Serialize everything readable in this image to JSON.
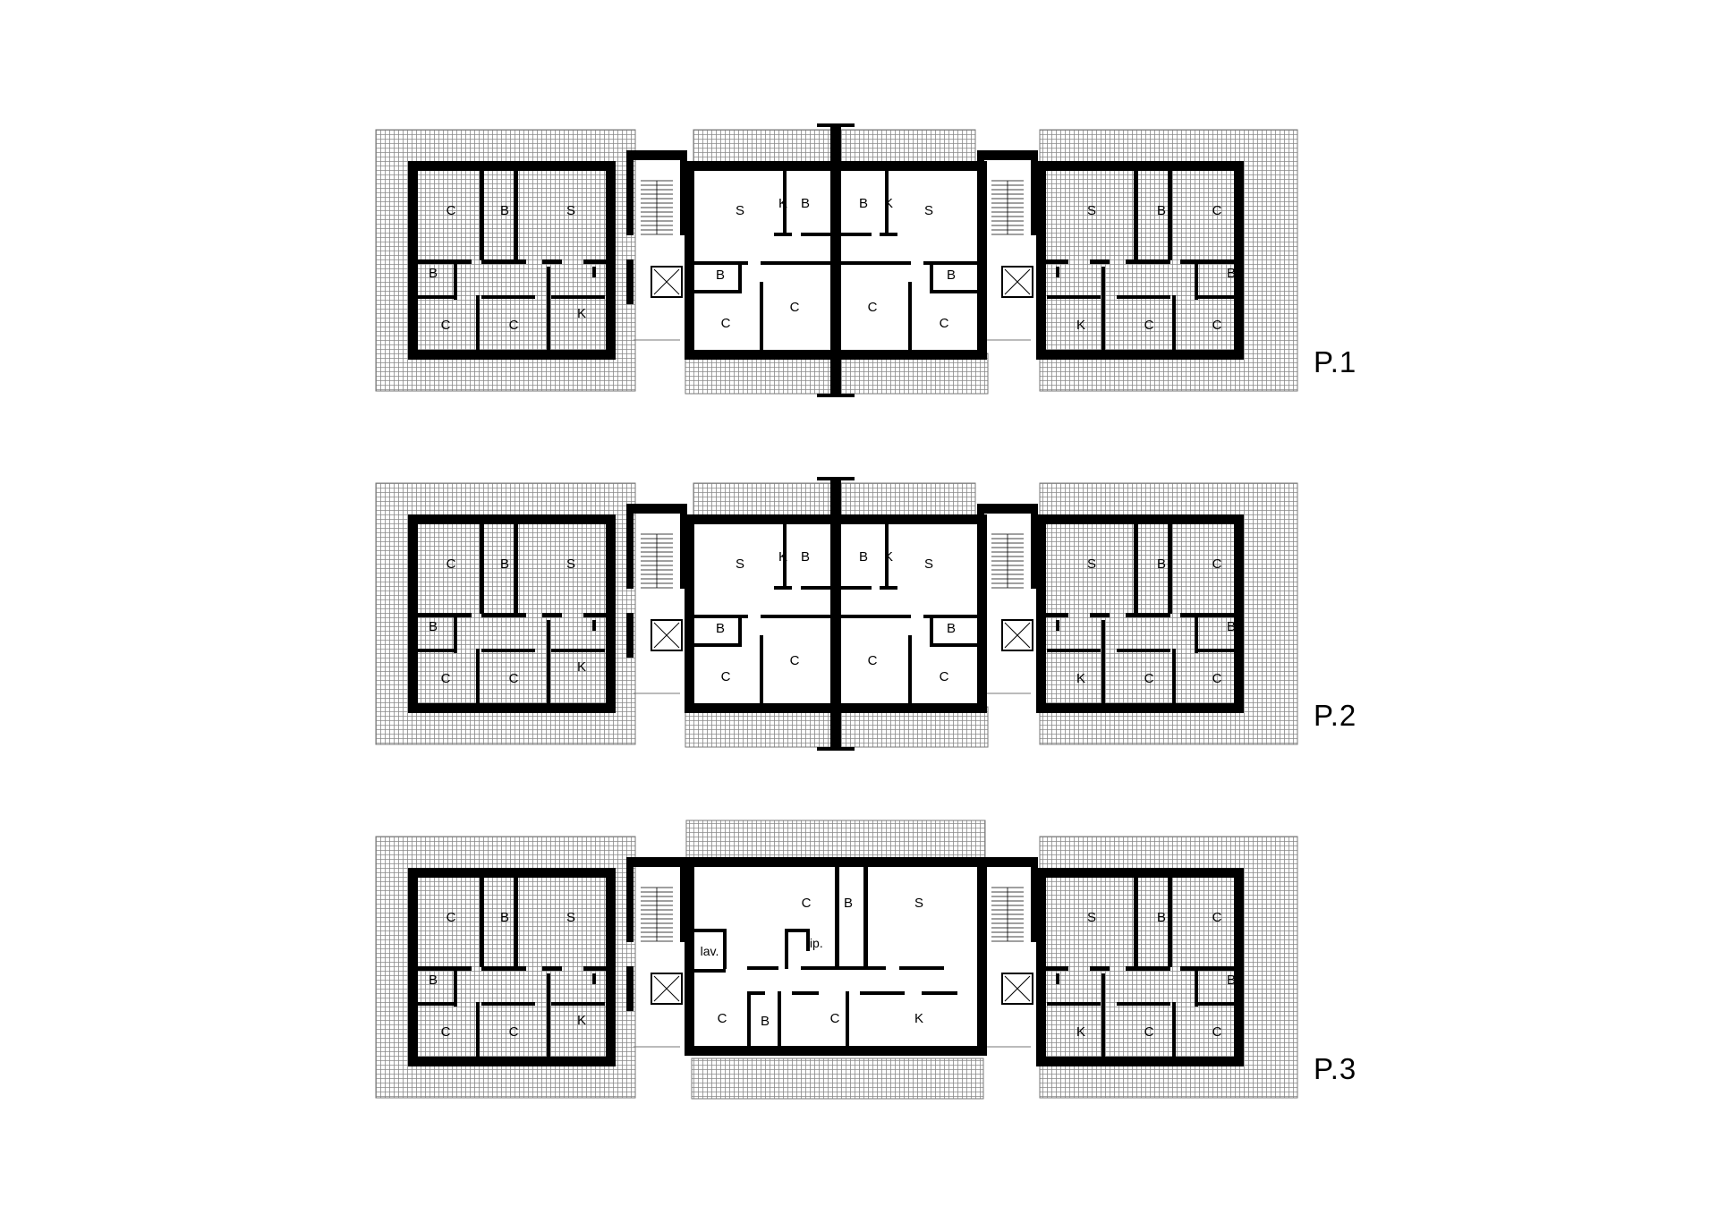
{
  "floors": [
    {
      "label": "P.1",
      "rooms": {
        "left": [
          "C",
          "B",
          "S",
          "B",
          "C",
          "C",
          "K"
        ],
        "centerLeft": [
          "S",
          "K",
          "B",
          "B",
          "C",
          "C"
        ],
        "centerRight": [
          "B",
          "K",
          "S",
          "C",
          "C",
          "B"
        ],
        "right": [
          "S",
          "B",
          "C",
          "B",
          "K",
          "C",
          "C"
        ]
      }
    },
    {
      "label": "P.2",
      "rooms": {
        "left": [
          "C",
          "B",
          "S",
          "B",
          "C",
          "C",
          "K"
        ],
        "centerLeft": [
          "S",
          "K",
          "B",
          "B",
          "C",
          "C"
        ],
        "centerRight": [
          "B",
          "K",
          "S",
          "C",
          "C",
          "B"
        ],
        "right": [
          "S",
          "B",
          "C",
          "B",
          "K",
          "C",
          "C"
        ]
      }
    },
    {
      "label": "P.3",
      "rooms": {
        "left": [
          "C",
          "B",
          "S",
          "B",
          "C",
          "C",
          "K"
        ],
        "center": [
          "C",
          "B",
          "S",
          "lav.",
          "rip.",
          "C",
          "B",
          "C",
          "K"
        ],
        "right": [
          "S",
          "B",
          "C",
          "B",
          "K",
          "C",
          "C"
        ]
      }
    }
  ]
}
